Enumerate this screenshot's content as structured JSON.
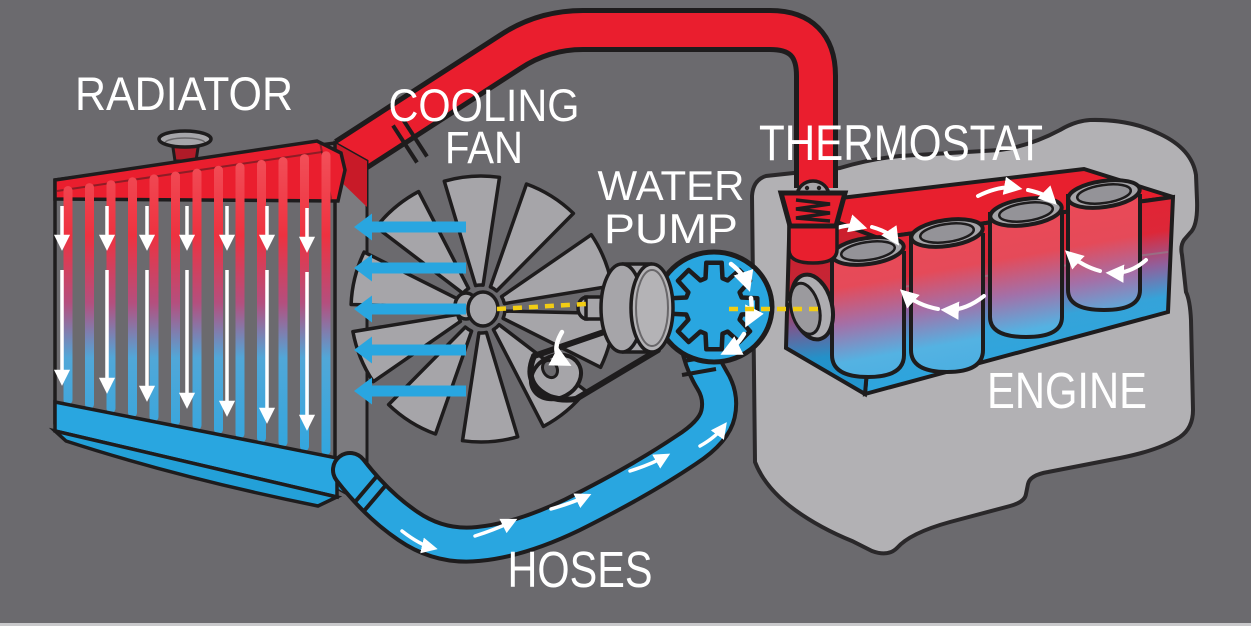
{
  "labels": {
    "radiator": "RADIATOR",
    "cooling_fan_line1": "COOLING",
    "cooling_fan_line2": "FAN",
    "water_pump_line1": "WATER",
    "water_pump_line2": "PUMP",
    "thermostat": "THERMOSTAT",
    "engine": "ENGINE",
    "hoses": "HOSES"
  },
  "colors": {
    "background": "#6b6a6e",
    "hot_red": "#ea1e2e",
    "dark_red": "#c81a28",
    "cool_blue": "#29a6e0",
    "dark_blue": "#1b8ec6",
    "engine_gray": "#b2b1b4",
    "part_gray": "#a6a5a9",
    "outline_black": "#1e1c1d",
    "axis_yellow": "#f2cd13",
    "label_white": "#ffffff"
  }
}
